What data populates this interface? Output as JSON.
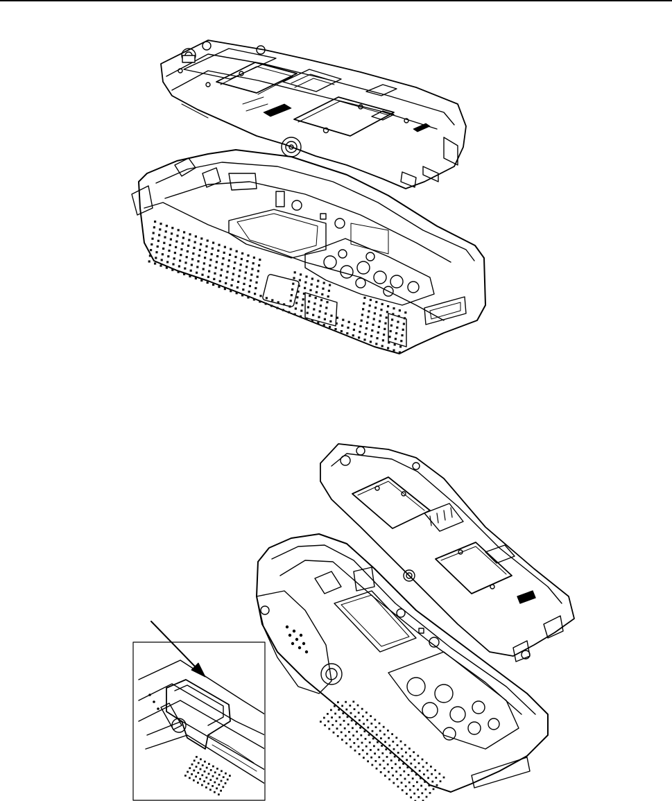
{
  "document": {
    "figures": [
      {
        "id": "figure-top",
        "subject": "radio-chassis-and-housing-exploded-top-view"
      },
      {
        "id": "figure-bottom",
        "subject": "radio-chassis-and-housing-exploded-side-view"
      },
      {
        "id": "detail-inset",
        "subject": "latch-detail-with-arrow"
      }
    ],
    "colors": {
      "ink": "#000000",
      "paper": "#ffffff",
      "vent": "#111111"
    }
  }
}
